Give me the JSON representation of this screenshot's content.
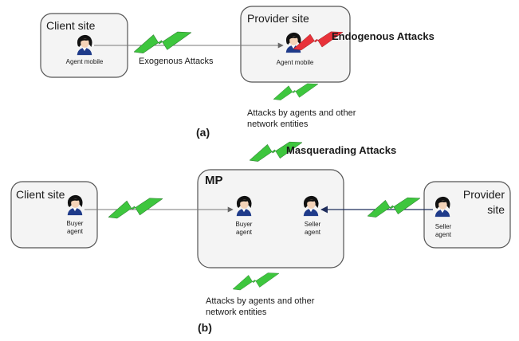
{
  "panel_a": {
    "label": "(a)",
    "client_site": {
      "title": "Client site",
      "agent": "Agent mobile"
    },
    "provider_site": {
      "title": "Provider site",
      "agent": "Agent mobile"
    },
    "exogenous_label": "Exogenous Attacks",
    "endogenous_label": "Endogenous Attacks",
    "network_attacks": {
      "line1": "Attacks by  agents and other",
      "line2": "network entities"
    }
  },
  "panel_b": {
    "label": "(b)",
    "client_site": {
      "title": "Client site",
      "agent_line1": "Buyer",
      "agent_line2": "agent"
    },
    "mp": {
      "title": "MP",
      "buyer": {
        "line1": "Buyer",
        "line2": "agent"
      },
      "seller": {
        "line1": "Seller",
        "line2": "agent"
      }
    },
    "provider_site": {
      "title_line1": "Provider",
      "title_line2": "site",
      "agent_line1": "Seller",
      "agent_line2": "agent"
    },
    "masquerading_label": "Masquerading Attacks",
    "network_attacks": {
      "line1": "Attacks by  agents and other",
      "line2": "network entities"
    }
  },
  "colors": {
    "bolt_green": "#3ec63e",
    "bolt_red": "#e8323a",
    "agent_suit": "#1f3b8a",
    "hair": "#111111",
    "arrow_dark": "#1f2d5c"
  },
  "icons": [
    "agent-person-icon",
    "lightning-bolt-icon"
  ]
}
